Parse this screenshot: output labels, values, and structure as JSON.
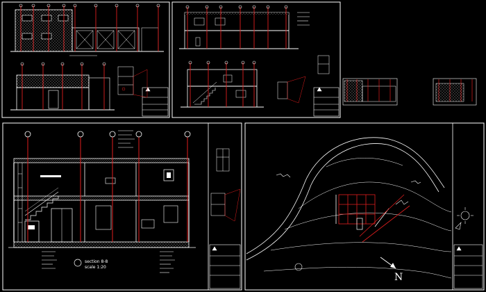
{
  "drawing": {
    "background": "#000000",
    "line_color": "#ffffff",
    "accent_color": "#e01e1e",
    "hatch_color": "#9a9a9a"
  },
  "section_label": "section 8-8",
  "scale_label": "scale 1:20",
  "north_label": "N"
}
